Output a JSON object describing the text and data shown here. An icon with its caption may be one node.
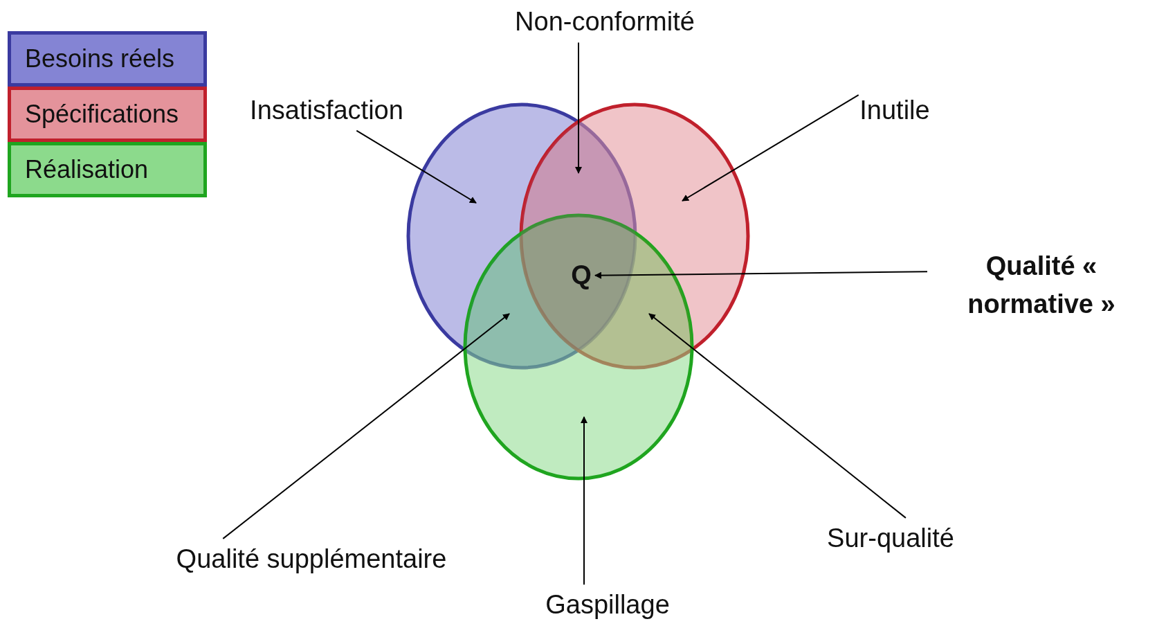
{
  "diagram": {
    "nodes": [
      {
        "text": [
          "Non-conformité"
        ]
      },
      {
        "text": [
          "Insatisfaction"
        ]
      },
      {
        "text": [
          "Inutile"
        ]
      },
      {
        "text": [
          "Qualité « normative »"
        ]
      },
      {
        "text": [
          "Q"
        ]
      },
      {
        "text": [
          "Qualité supplémentaire"
        ]
      },
      {
        "text": [
          "Sur-qualité"
        ]
      },
      {
        "text": [
          "Gaspillage"
        ]
      },
      {
        "text": [],
        "shape": "circle"
      },
      {
        "text": [],
        "shape": "circle"
      },
      {
        "text": [],
        "shape": "circle"
      },
      {
        "text": [],
        "shape": "region"
      },
      {
        "text": [],
        "shape": "region"
      },
      {
        "text": [],
        "shape": "region"
      }
    ],
    "edges": [
      {
        "from": 0,
        "to": 11,
        "arrow": "to"
      },
      {
        "from": 1,
        "to": 8,
        "arrow": "to"
      },
      {
        "from": 2,
        "to": 9,
        "arrow": "to"
      },
      {
        "from": 3,
        "to": 4,
        "arrow": "to"
      },
      {
        "from": 5,
        "to": 12,
        "arrow": "to"
      },
      {
        "from": 6,
        "to": 13,
        "arrow": "to"
      },
      {
        "from": 7,
        "to": 10,
        "arrow": "to"
      }
    ],
    "legend": [
      {
        "text": "Besoins réels",
        "color": "#8484d4"
      },
      {
        "text": "Spécifications",
        "color": "#e4939b"
      },
      {
        "text": "Réalisation",
        "color": "#8cda8c"
      }
    ]
  }
}
